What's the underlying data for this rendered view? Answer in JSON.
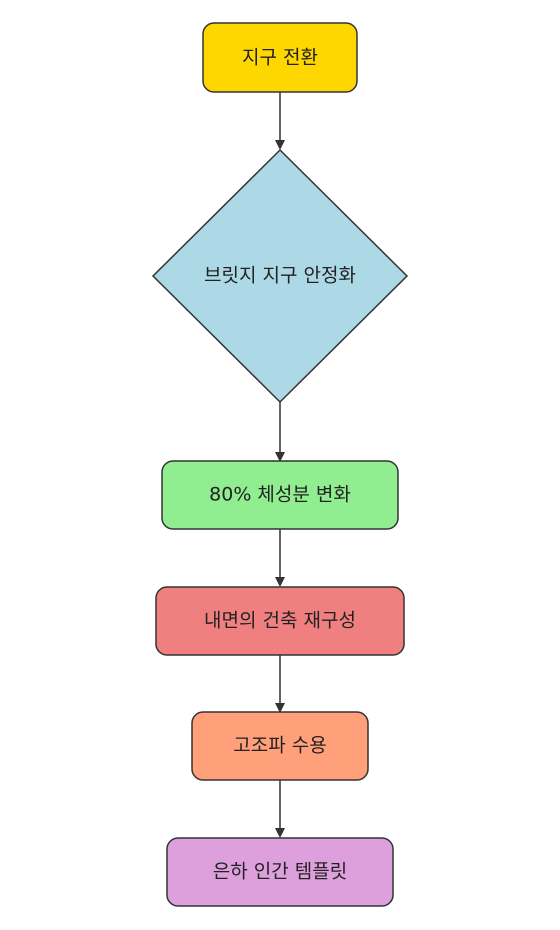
{
  "nodes": [
    {
      "id": "n1",
      "label": "지구 전환",
      "shape": "rounded-rect",
      "fill": "#FFD700"
    },
    {
      "id": "n2",
      "label": "브릿지 지구 안정화",
      "shape": "diamond",
      "fill": "#ADD8E6"
    },
    {
      "id": "n3",
      "label": "80% 체성분 변화",
      "shape": "rounded-rect",
      "fill": "#90EE90"
    },
    {
      "id": "n4",
      "label": "내면의 건축 재구성",
      "shape": "rounded-rect",
      "fill": "#F08080"
    },
    {
      "id": "n5",
      "label": "고조파 수용",
      "shape": "rounded-rect",
      "fill": "#FFA07A"
    },
    {
      "id": "n6",
      "label": "은하 인간 템플릿",
      "shape": "rounded-rect",
      "fill": "#DDA0DD"
    }
  ],
  "edges": [
    {
      "from": "n1",
      "to": "n2"
    },
    {
      "from": "n2",
      "to": "n3"
    },
    {
      "from": "n3",
      "to": "n4"
    },
    {
      "from": "n4",
      "to": "n5"
    },
    {
      "from": "n5",
      "to": "n6"
    }
  ],
  "colors": {
    "stroke": "#333333",
    "arrow": "#333333"
  }
}
